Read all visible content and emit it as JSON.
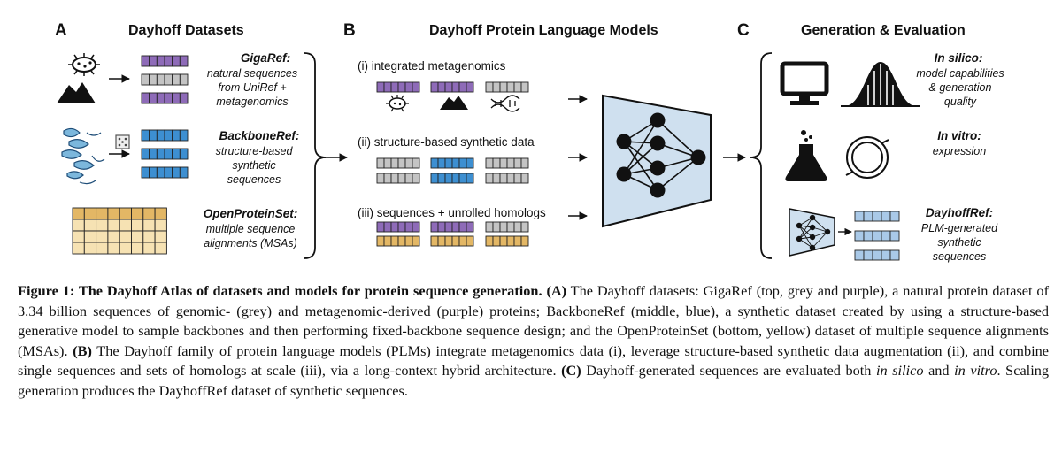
{
  "panels": {
    "a": {
      "letter": "A",
      "title": "Dayhoff Datasets",
      "datasets": [
        {
          "title": "GigaRef:",
          "desc": [
            "natural sequences",
            "from UniRef +",
            "metagenomics"
          ]
        },
        {
          "title": "BackboneRef:",
          "desc": [
            "structure-based",
            "synthetic",
            "sequences"
          ]
        },
        {
          "title": "OpenProteinSet:",
          "desc": [
            "multiple sequence",
            "alignments (MSAs)"
          ]
        }
      ]
    },
    "b": {
      "letter": "B",
      "title": "Dayhoff Protein Language Models",
      "rows": [
        {
          "label": "(i) integrated metagenomics"
        },
        {
          "label": "(ii) structure-based synthetic data"
        },
        {
          "label": "(iii) sequences + unrolled homologs"
        }
      ]
    },
    "c": {
      "letter": "C",
      "title": "Generation & Evaluation",
      "items": [
        {
          "title": "In silico:",
          "desc": [
            "model capabilities",
            "& generation",
            "quality"
          ]
        },
        {
          "title": "In vitro:",
          "desc": [
            "expression"
          ]
        },
        {
          "title": "DayhoffRef:",
          "desc": [
            "PLM-generated",
            "synthetic",
            "sequences"
          ]
        }
      ]
    }
  },
  "colors": {
    "purple": "#8e6bb8",
    "grey": "#c4c4c4",
    "blue": "#3d8fd1",
    "yellow": "#e3b765",
    "light_yellow": "#f6e2b3",
    "light_blue": "#a9c9e8",
    "model_fill": "#cfe0ef",
    "node": "#111111"
  },
  "caption": {
    "fig_label": "Figure 1: The Dayhoff Atlas of datasets and models for protein sequence generation.",
    "a_label": "(A)",
    "a_text": " The Dayhoff datasets: GigaRef (top, grey and purple), a natural protein dataset of 3.34 billion sequences of genomic- (grey) and metagenomic-derived (purple) proteins; BackboneRef (middle, blue), a synthetic dataset created by using a structure-based generative model to sample backbones and then performing fixed-backbone sequence design; and the OpenProteinSet (bottom, yellow) dataset of multiple sequence alignments (MSAs). ",
    "b_label": "(B)",
    "b_text": " The Dayhoff family of protein language models (PLMs) integrate metagenomics data (i), leverage structure-based synthetic data augmentation (ii), and combine single sequences and sets of homologs at scale (iii), via a long-context hybrid architecture. ",
    "c_label": "(C)",
    "c_text1": " Dayhoff-generated sequences are evaluated both ",
    "c_em1": "in silico",
    "c_text2": " and ",
    "c_em2": "in vitro",
    "c_text3": ". Scaling generation produces the DayhoffRef dataset of synthetic sequences."
  }
}
